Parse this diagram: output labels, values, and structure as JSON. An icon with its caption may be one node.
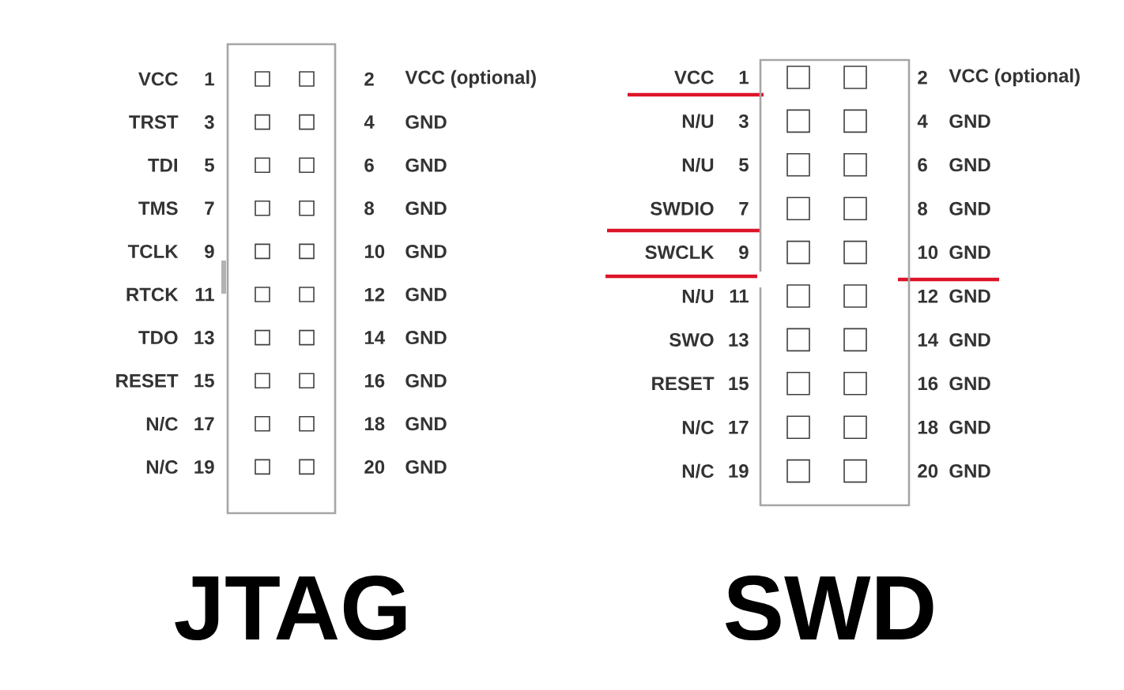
{
  "diagram": {
    "nodes": [
      {
        "text": [],
        "shape": "box",
        "beside": [
          "JTAG"
        ]
      },
      {
        "text": [],
        "shape": "box",
        "beside": [
          "SWD"
        ]
      }
    ],
    "labels": [
      "VCC",
      "1",
      "2",
      "VCC (optional)",
      "TRST",
      "3",
      "4",
      "GND",
      "TDI",
      "5",
      "6",
      "GND",
      "TMS",
      "7",
      "8",
      "GND",
      "TCLK",
      "9",
      "10",
      "GND",
      "RTCK",
      "11",
      "12",
      "GND",
      "TDO",
      "13",
      "14",
      "GND",
      "RESET",
      "15",
      "16",
      "GND",
      "N/C",
      "17",
      "18",
      "GND",
      "N/C",
      "19",
      "20",
      "GND",
      "VCC",
      "1",
      "2",
      "VCC (optional)",
      "N/U",
      "3",
      "4",
      "GND",
      "N/U",
      "5",
      "6",
      "GND",
      "SWDIO",
      "7",
      "8",
      "GND",
      "SWCLK",
      "9",
      "10",
      "GND",
      "N/U",
      "11",
      "12",
      "GND",
      "SWO",
      "13",
      "14",
      "GND",
      "RESET",
      "15",
      "16",
      "GND",
      "N/C",
      "17",
      "18",
      "GND",
      "N/C",
      "19",
      "20",
      "GND"
    ]
  }
}
